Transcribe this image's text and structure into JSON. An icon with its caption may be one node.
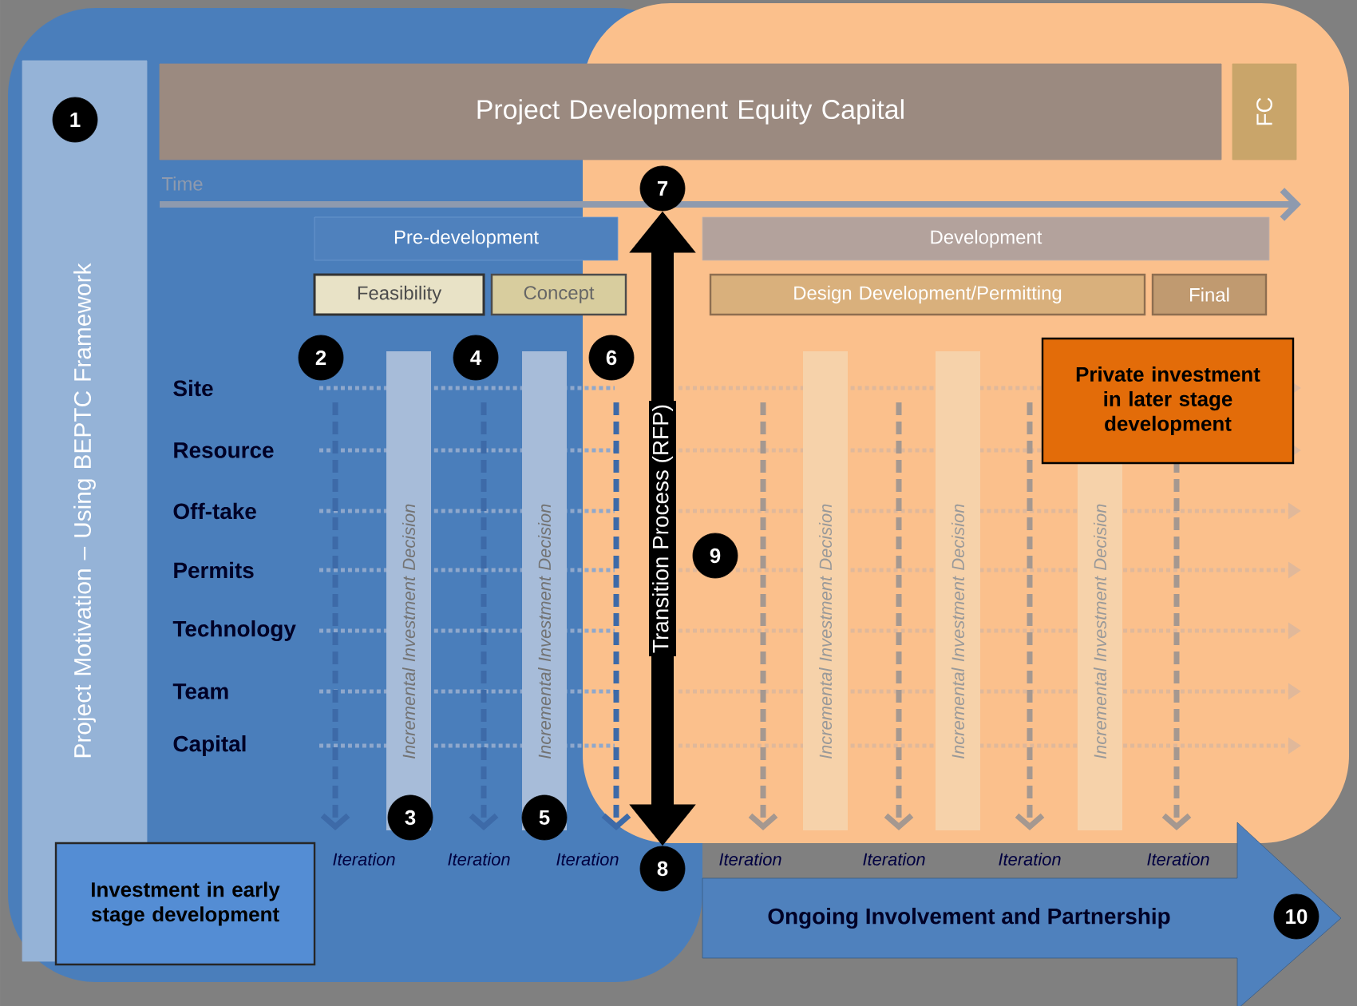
{
  "diagram": {
    "nodes": [
      {
        "text": [],
        "shape": "box"
      },
      {
        "text": [],
        "shape": "box"
      },
      {
        "text": [
          "Project Motivation – Using BEPTC Framework"
        ],
        "in": 0
      },
      {
        "text": [
          "Project Development Equity Capital"
        ]
      },
      {
        "text": [
          "FC"
        ],
        "in": 1
      },
      {
        "text": [
          "Pre-development"
        ],
        "in": 0
      },
      {
        "text": [
          "Feasibility"
        ],
        "in": 0
      },
      {
        "text": [
          "Concept"
        ],
        "in": 0
      },
      {
        "text": [
          "Development"
        ],
        "in": 1
      },
      {
        "text": [
          "Design Development/Permitting"
        ],
        "in": 1
      },
      {
        "text": [
          "Final"
        ],
        "in": 1
      },
      {
        "text": [
          "Incremental Investment Decision"
        ],
        "in": 0
      },
      {
        "text": [
          "Incremental Investment Decision"
        ],
        "in": 0
      },
      {
        "text": [
          "Incremental Investment Decision"
        ],
        "in": 1
      },
      {
        "text": [
          "Incremental Investment Decision"
        ],
        "in": 1
      },
      {
        "text": [
          "Incremental Investment Decision"
        ],
        "in": 1
      },
      {
        "text": [
          "Private investment in later stage development"
        ],
        "in": 1
      },
      {
        "text": [
          "Investment in early stage development"
        ],
        "in": 0
      },
      {
        "text": [
          "Ongoing Involvement and Partnership"
        ]
      },
      {
        "text": [
          "1"
        ],
        "in": 2
      },
      {
        "text": [
          "2"
        ],
        "in": 0
      },
      {
        "text": [
          "3"
        ],
        "in": 0
      },
      {
        "text": [
          "4"
        ],
        "in": 0
      },
      {
        "text": [
          "5"
        ],
        "in": 0
      },
      {
        "text": [
          "6"
        ]
      },
      {
        "text": [
          "7"
        ]
      },
      {
        "text": [
          "8"
        ],
        "in": 0
      },
      {
        "text": [
          "9"
        ],
        "in": 1
      },
      {
        "text": [
          "10"
        ],
        "in": 18
      }
    ],
    "edges": [
      {
        "from": 26,
        "to": 25,
        "arrow": "both",
        "label": "Transition Process (RFP)"
      }
    ],
    "labels": [
      "Time",
      "Site",
      "Resource",
      "Off-take",
      "Permits",
      "Technology",
      "Team",
      "Capital",
      "Iteration",
      "Iteration",
      "Iteration",
      "Iteration",
      "Iteration",
      "Iteration",
      "Iteration"
    ]
  }
}
